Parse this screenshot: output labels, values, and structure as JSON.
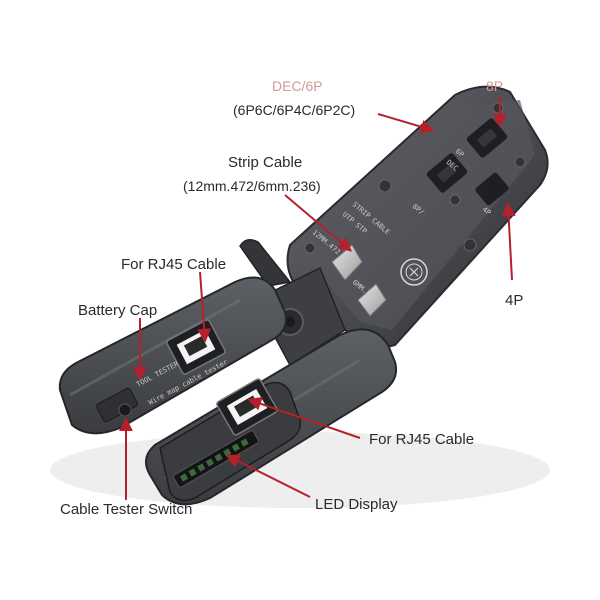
{
  "annotations": {
    "dec_6p": "DEC/6P",
    "dec_6p_detail": "(6P6C/6P4C/6P2C)",
    "8p": "8P",
    "strip_cable": "Strip Cable",
    "strip_cable_detail": "(12mm.472/6mm.236)",
    "for_rj45_cable_left": "For RJ45 Cable",
    "battery_cap": "Battery Cap",
    "4p": "4P",
    "for_rj45_cable_right": "For RJ45 Cable",
    "led_display": "LED Display",
    "cable_tester_switch": "Cable Tester Switch"
  },
  "tool_markings": {
    "6p": "6P",
    "dec": "DEC",
    "8p_slash": "8P/",
    "4p": "4P",
    "strip_cable": "STRIP CABLE",
    "utp_stp": "UTP STP",
    "12mm": "12MM.472",
    "6mm": "6MM.236",
    "tool_tester": "TOOL TESTER",
    "wire_map_cable_tester": "Wire map cable tester"
  },
  "colors": {
    "label_red": "#c8443f",
    "label_dark": "#2a2a2a",
    "arrow_red": "#b5202a",
    "tool_body": "#4a4c50"
  }
}
